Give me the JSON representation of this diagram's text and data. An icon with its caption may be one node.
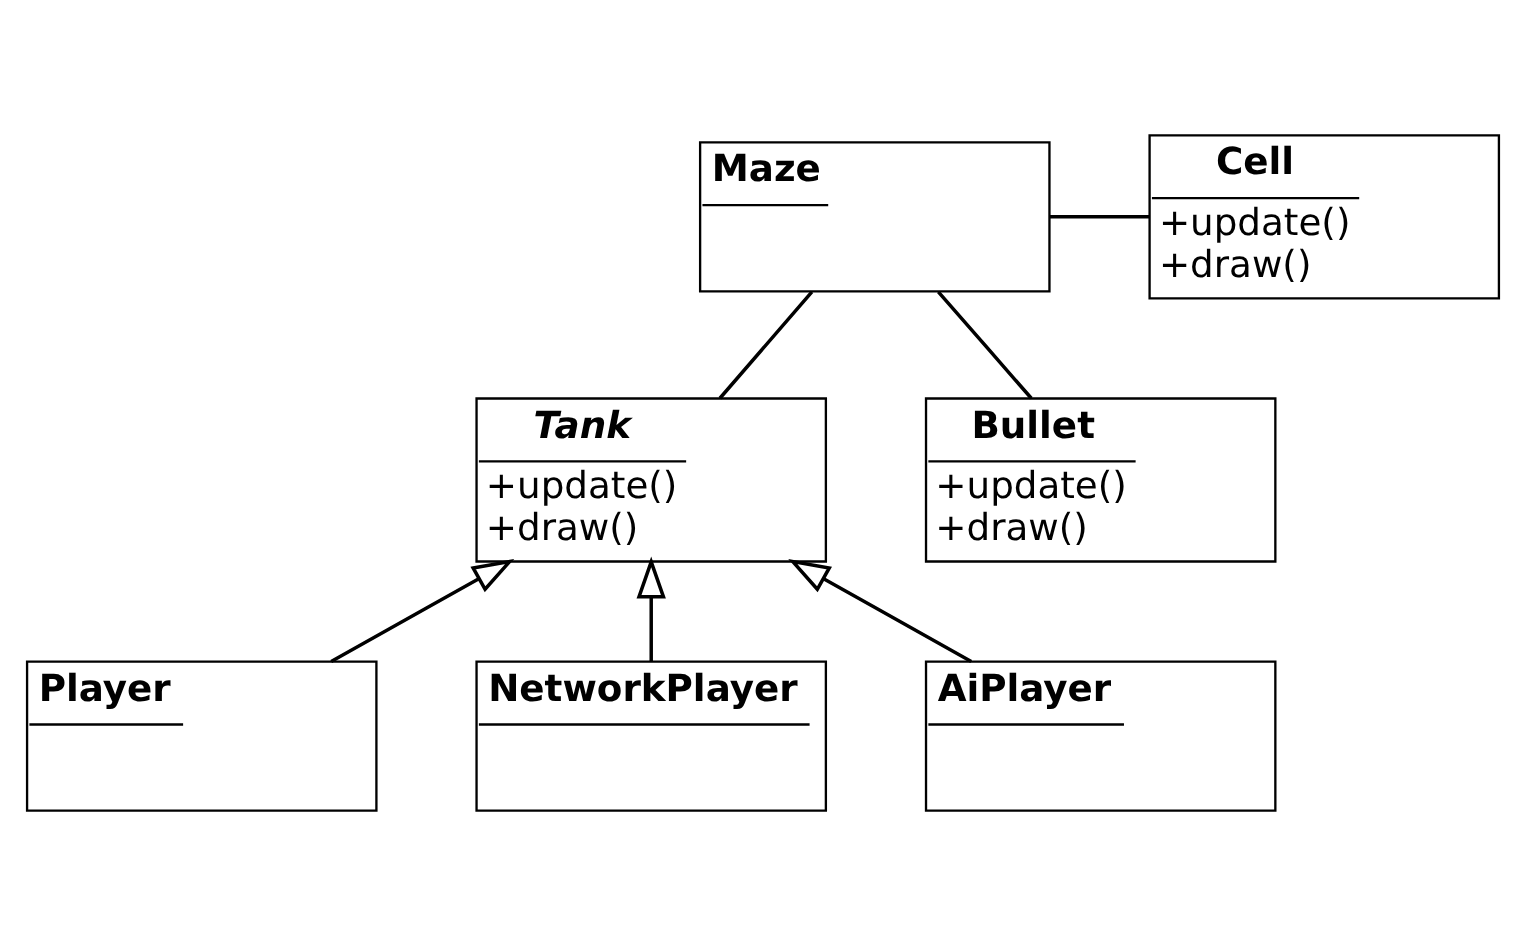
{
  "diagram": {
    "nodes": [
      {
        "text": [
          "Maze"
        ]
      },
      {
        "text": [
          "Cell",
          "+update()",
          "+draw()"
        ]
      },
      {
        "text": [
          "Tank",
          "+update()",
          "+draw()"
        ]
      },
      {
        "text": [
          "Bullet",
          "+update()",
          "+draw()"
        ]
      },
      {
        "text": [
          "Player"
        ]
      },
      {
        "text": [
          "NetworkPlayer"
        ]
      },
      {
        "text": [
          "AiPlayer"
        ]
      }
    ],
    "edges": [
      {
        "from": 0,
        "to": 1,
        "arrow": "none"
      },
      {
        "from": 0,
        "to": 2,
        "arrow": "none"
      },
      {
        "from": 0,
        "to": 3,
        "arrow": "none"
      },
      {
        "from": 4,
        "to": 2,
        "arrow": "to"
      },
      {
        "from": 5,
        "to": 2,
        "arrow": "to"
      },
      {
        "from": 6,
        "to": 2,
        "arrow": "to"
      }
    ]
  }
}
